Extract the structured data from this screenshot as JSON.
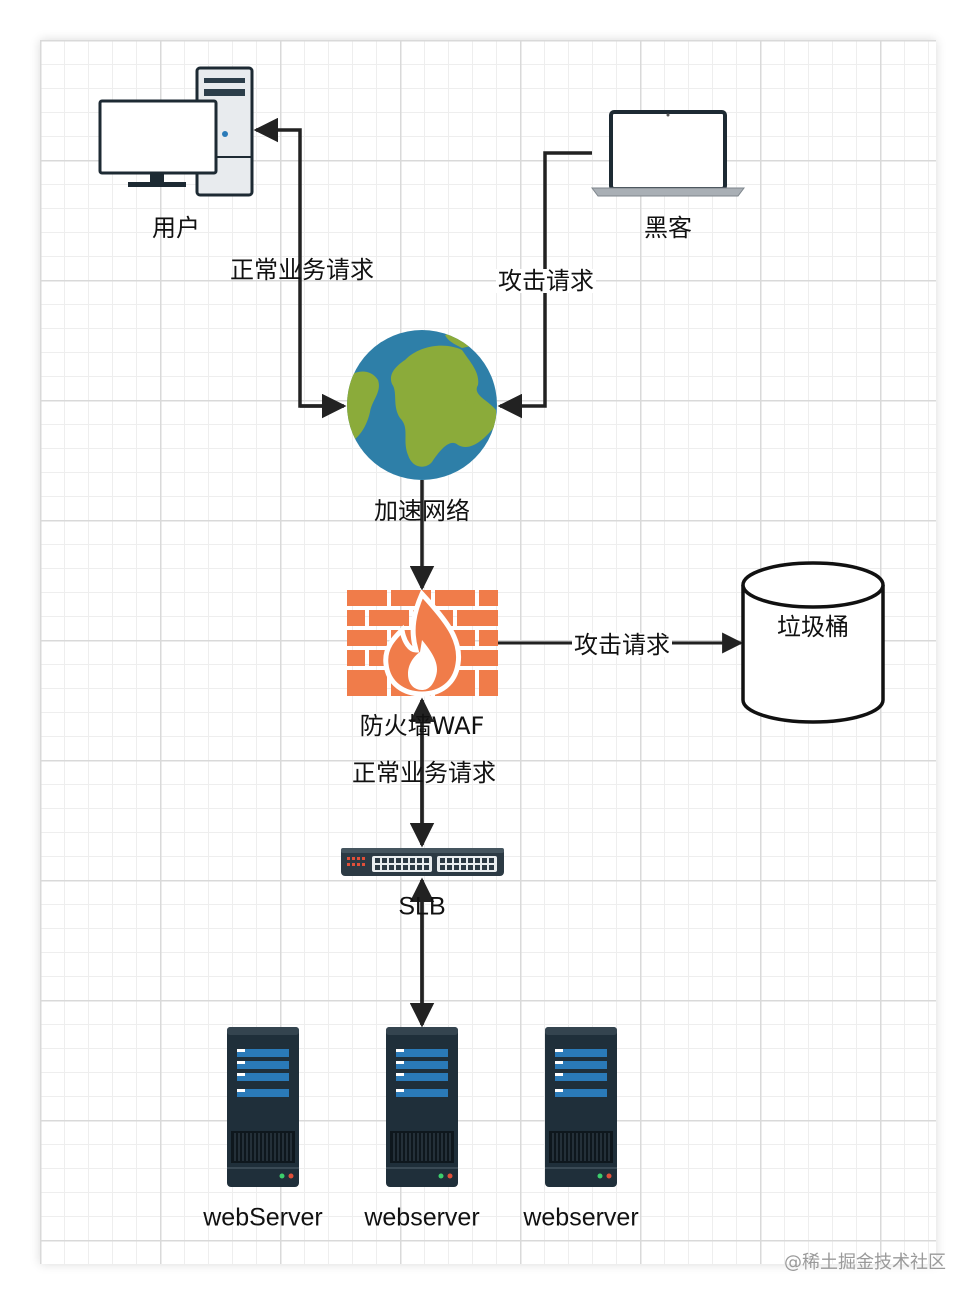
{
  "nodes": {
    "user": "用户",
    "hacker": "黑客",
    "network": "加速网络",
    "waf": "防火墙WAF",
    "trash": "垃圾桶",
    "slb": "SLB",
    "server1": "webServer",
    "server2": "webserver",
    "server3": "webserver"
  },
  "edges": {
    "user_normal": "正常业务请求",
    "hacker_attack": "攻击请求",
    "waf_attack": "攻击请求",
    "waf_normal": "正常业务请求"
  },
  "colors": {
    "arrow": "#222222",
    "firewall": "#f07c4a",
    "globe_ocean": "#2e7fa8",
    "globe_land": "#8bab3a",
    "server_body": "#1f2f3a",
    "server_stripe": "#2a7ab8"
  },
  "watermark": "@稀土掘金技术社区"
}
